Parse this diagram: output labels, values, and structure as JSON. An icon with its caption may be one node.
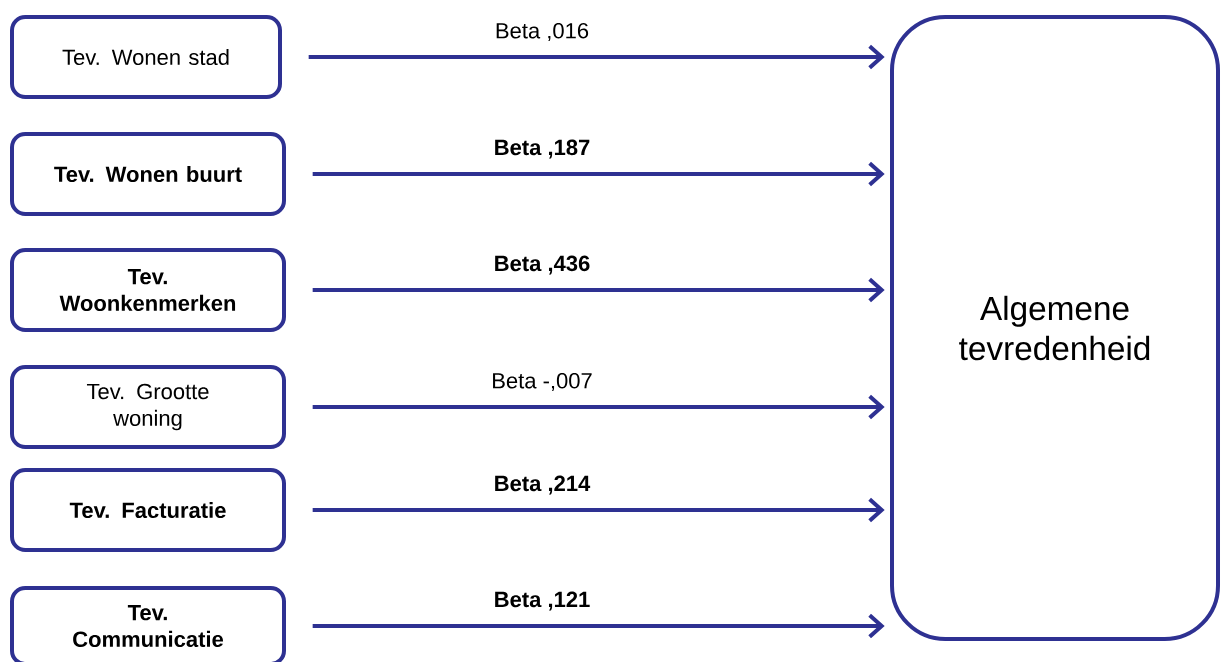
{
  "diagram": {
    "nodes": [
      {
        "text": [
          "Tev. Wonen stad"
        ]
      },
      {
        "text": [
          "Tev. Wonen buurt"
        ]
      },
      {
        "text": [
          "Tev. Woonkenmerken"
        ]
      },
      {
        "text": [
          "Tev. Grootte woning"
        ]
      },
      {
        "text": [
          "Tev. Facturatie"
        ]
      },
      {
        "text": [
          "Tev. Communicatie"
        ]
      },
      {
        "text": [
          "Algemene tevredenheid"
        ]
      }
    ],
    "edges": [
      {
        "from": 0,
        "to": 6,
        "arrow": "to",
        "label": "Beta ,016"
      },
      {
        "from": 1,
        "to": 6,
        "arrow": "to",
        "label": "Beta ,187"
      },
      {
        "from": 2,
        "to": 6,
        "arrow": "to",
        "label": "Beta ,436"
      },
      {
        "from": 3,
        "to": 6,
        "arrow": "to",
        "label": "Beta -,007"
      },
      {
        "from": 4,
        "to": 6,
        "arrow": "to",
        "label": "Beta ,214"
      },
      {
        "from": 5,
        "to": 6,
        "arrow": "to",
        "label": "Beta ,121"
      }
    ]
  }
}
